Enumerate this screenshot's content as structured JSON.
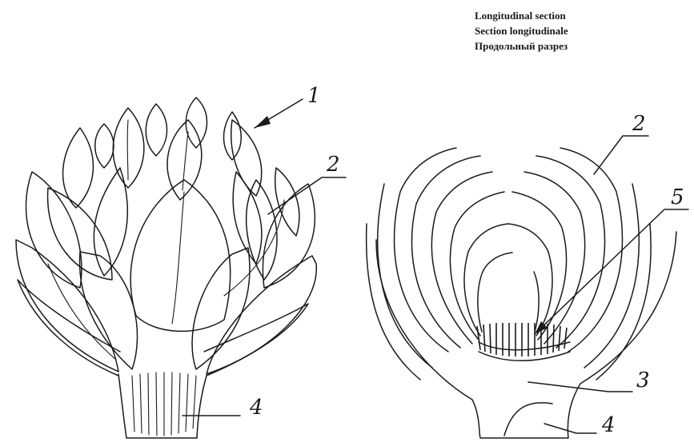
{
  "caption": {
    "line_en": "Longitudinal section",
    "line_fr": "Section longitudinale",
    "line_ru": "Продольный разрез"
  },
  "callouts": {
    "whole_head": "1",
    "bract_left": "2",
    "bract_right": "2",
    "heart": "3",
    "stem_left": "4",
    "stem_right": "4",
    "choke": "5"
  }
}
